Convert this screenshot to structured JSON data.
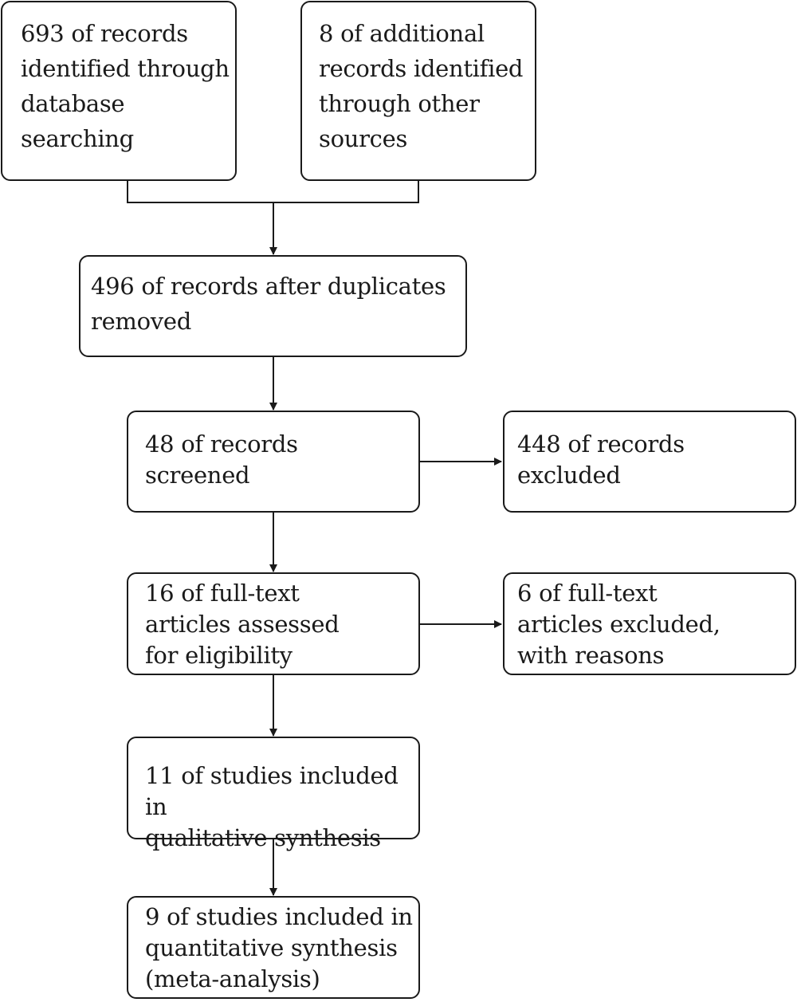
{
  "nodes": {
    "records_database": {
      "text": "693 of records\nidentified through\ndatabase\nsearching"
    },
    "records_other": {
      "text": "8 of additional\nrecords identified\nthrough other\nsources"
    },
    "after_duplicates": {
      "text": "496 of records after duplicates\nremoved"
    },
    "screened": {
      "text": "48 of records\nscreened"
    },
    "excluded": {
      "text": "448 of records\nexcluded"
    },
    "fulltext_assessed": {
      "text": "16 of full-text\narticles assessed\nfor eligibility"
    },
    "fulltext_excluded": {
      "text": "6 of full-text\narticles excluded,\nwith reasons"
    },
    "qualitative": {
      "text": "11 of studies included in\nqualitative synthesis"
    },
    "quantitative": {
      "text": "9 of studies included in\nquantitative synthesis\n(meta-analysis)"
    }
  },
  "edges": [
    {
      "from": "records_database",
      "to": "after_duplicates"
    },
    {
      "from": "records_other",
      "to": "after_duplicates"
    },
    {
      "from": "after_duplicates",
      "to": "screened"
    },
    {
      "from": "screened",
      "to": "excluded"
    },
    {
      "from": "screened",
      "to": "fulltext_assessed"
    },
    {
      "from": "fulltext_assessed",
      "to": "fulltext_excluded"
    },
    {
      "from": "fulltext_assessed",
      "to": "qualitative"
    },
    {
      "from": "qualitative",
      "to": "quantitative"
    }
  ],
  "colors": {
    "stroke": "#1a1a1a",
    "background": "#ffffff"
  }
}
